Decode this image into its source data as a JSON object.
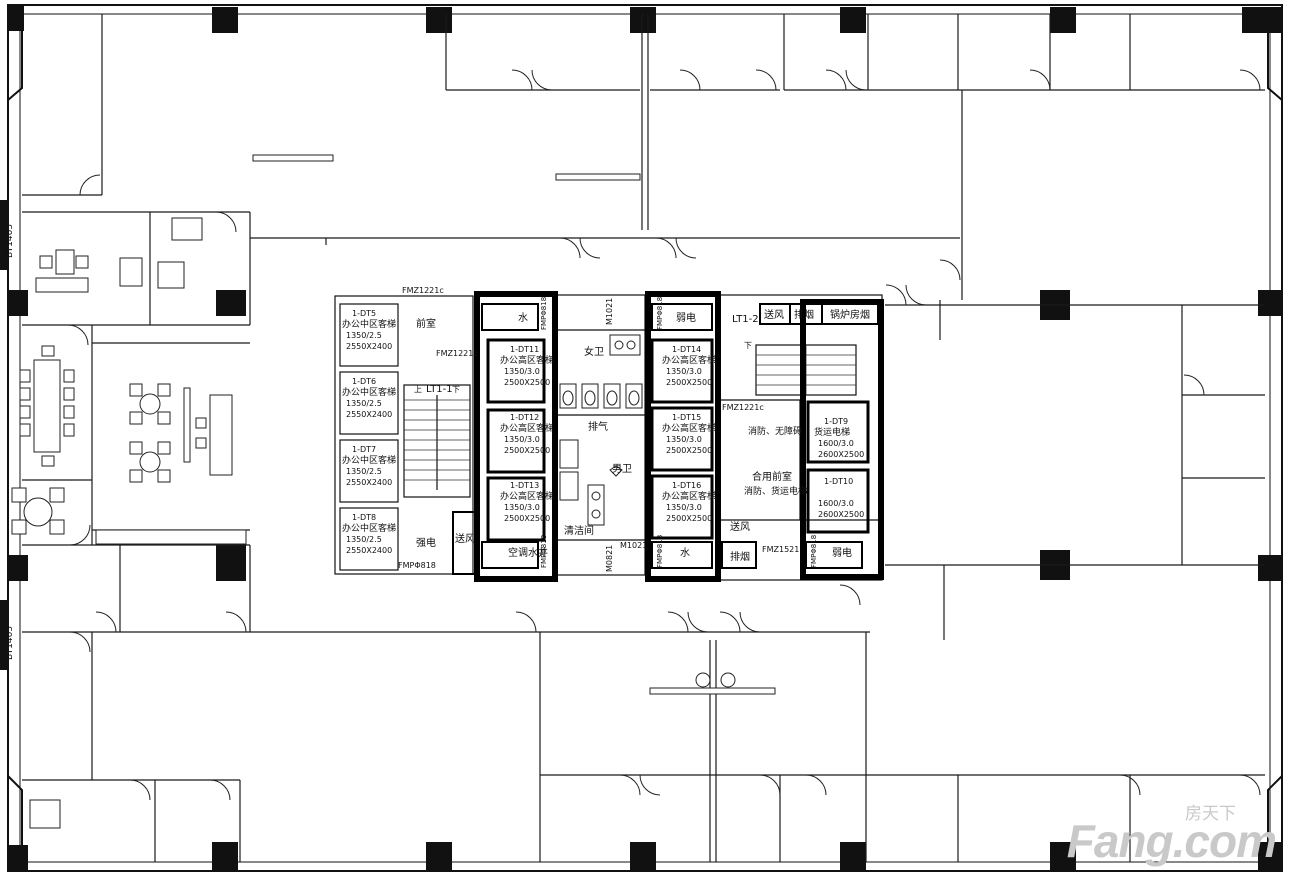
{
  "colors": {
    "wall": "#111111",
    "line": "#1a1a1a",
    "bg": "#ffffff",
    "watermark": "#c8c8c8"
  },
  "edge_labels": {
    "top_left": "BY1405",
    "bottom_left": "BY1405"
  },
  "core": {
    "front_room": "前室",
    "front_door": "FMZ1221c",
    "front_door2": "FMZ1221c",
    "stair_left": "LT1-1",
    "up_mark": "上",
    "up_mark2": "下",
    "down_mark": "下",
    "stair_right": "LT1-2",
    "water": "水",
    "water2": "水",
    "weak_elec": "弱电",
    "weak_elec2": "弱电",
    "strong_elec": "强电",
    "female_wc": "女卫",
    "male_wc": "男卫",
    "exhaust": "排气",
    "cleaning": "清洁间",
    "ac_water": "空调水井",
    "supply_air": "送风",
    "supply_air2": "送风",
    "supply_air3": "送风",
    "smoke_exhaust": "排烟",
    "smoke_exhaust2": "排烟",
    "boiler": "锅炉房烟",
    "door_m1021": "M1021",
    "door_m1021b": "M1021",
    "door_m0821": "M0821",
    "door_fmz1521": "FMZ1521",
    "door_fmzc": "FMZ1221c",
    "shaft_tag": "FMPΦ818",
    "shaft_tag2": "FMPΦ818",
    "shaft_tag3": "FMPΦ818",
    "shaft_tag4": "FMPΦ818",
    "shaft_tag5": "FMPΦ818",
    "shaft_tag6": "FMPΦ818",
    "fire_front": "消防、无障碍",
    "shared_front": "合用前室",
    "shared_front2": "消防、货运电梯"
  },
  "elevators": [
    {
      "id": "1-DT5",
      "name": "办公中区客梯",
      "spec": "1350/2.5",
      "size": "2550X2400"
    },
    {
      "id": "1-DT6",
      "name": "办公中区客梯",
      "spec": "1350/2.5",
      "size": "2550X2400"
    },
    {
      "id": "1-DT7",
      "name": "办公中区客梯",
      "spec": "1350/2.5",
      "size": "2550X2400"
    },
    {
      "id": "1-DT8",
      "name": "办公中区客梯",
      "spec": "1350/2.5",
      "size": "2550X2400"
    },
    {
      "id": "1-DT11",
      "name": "办公高区客梯",
      "spec": "1350/3.0",
      "size": "2500X2500"
    },
    {
      "id": "1-DT12",
      "name": "办公高区客梯",
      "spec": "1350/3.0",
      "size": "2500X2500"
    },
    {
      "id": "1-DT13",
      "name": "办公高区客梯",
      "spec": "1350/3.0",
      "size": "2500X2500"
    },
    {
      "id": "1-DT14",
      "name": "办公高区客梯",
      "spec": "1350/3.0",
      "size": "2500X2500"
    },
    {
      "id": "1-DT15",
      "name": "办公高区客梯",
      "spec": "1350/3.0",
      "size": "2500X2500"
    },
    {
      "id": "1-DT16",
      "name": "办公高区客梯",
      "spec": "1350/3.0",
      "size": "2500X2500"
    },
    {
      "id": "1-DT9",
      "name": "货运电梯",
      "spec": "1600/3.0",
      "size": "2600X2500"
    },
    {
      "id": "1-DT10",
      "name": "",
      "spec": "1600/3.0",
      "size": "2600X2500"
    }
  ],
  "watermark": {
    "top": "房天下",
    "bottom": "Fang.com"
  }
}
